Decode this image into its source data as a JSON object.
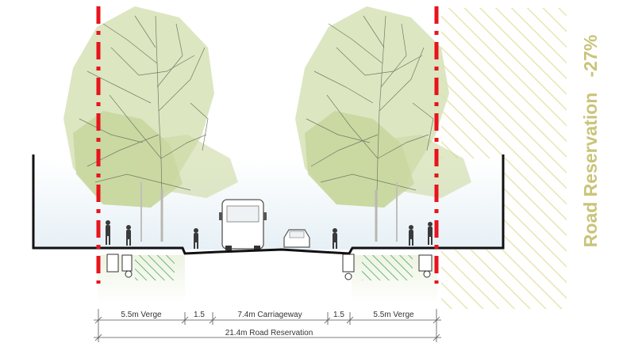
{
  "diagram": {
    "side_label": "Road Reservation   -27%",
    "dimensions": {
      "verge_left": "5.5m Verge",
      "gap_left": "1.5",
      "carriageway": "7.4m Carriageway",
      "gap_right": "1.5",
      "verge_right": "5.5m Verge",
      "total": "21.4m Road Reservation"
    }
  },
  "colors": {
    "reservation_line": "#e8141c",
    "canopy": "#cfdcaa",
    "hatch": "#e8e6b0",
    "label": "#c9c47a",
    "planting": "#2e9e4a"
  }
}
